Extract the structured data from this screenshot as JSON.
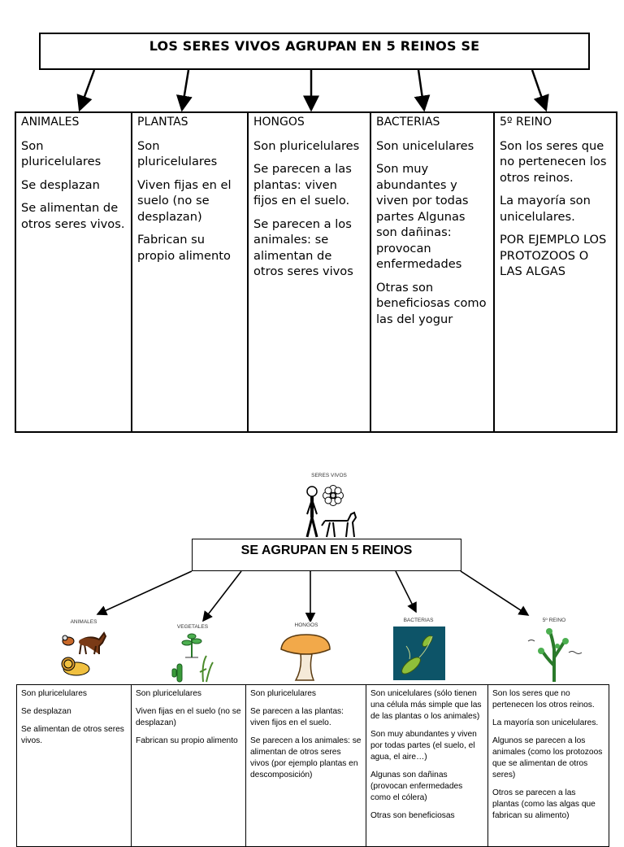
{
  "top": {
    "title": "LOS SERES VIVOS AGRUPAN EN 5 REINOS SE",
    "columns": [
      {
        "header": "ANIMALES",
        "items": [
          "Son pluricelulares",
          "Se desplazan",
          "Se alimentan de otros seres vivos."
        ]
      },
      {
        "header": "PLANTAS",
        "items": [
          "Son pluricelulares",
          "Viven fijas en el suelo (no se desplazan)",
          "Fabrican su propio alimento"
        ]
      },
      {
        "header": "HONGOS",
        "items": [
          "Son pluricelulares",
          "Se parecen a las plantas: viven fijos en el suelo.",
          "Se parecen a los animales: se alimentan de otros seres vivos"
        ]
      },
      {
        "header": "BACTERIAS",
        "items": [
          "Son unicelulares",
          "Son muy abundantes y viven por todas partes Algunas son dañinas: provocan enfermedades",
          "Otras son beneficiosas como las del yogur"
        ]
      },
      {
        "header": "5º REINO",
        "items": [
          "Son los seres que no pertenecen los otros reinos.",
          "La mayoría son unicelulares.",
          "POR EJEMPLO LOS PROTOZOOS O LAS ALGAS"
        ]
      }
    ]
  },
  "bottom": {
    "top_picture_label": "SERES VIVOS",
    "title": "SE AGRUPAN EN 5 REINOS",
    "picture_labels": [
      "ANIMALES",
      "VEGETALES",
      "HONGOS",
      "BACTERIAS",
      "5º REINO"
    ],
    "columns": [
      {
        "items": [
          "Son pluricelulares",
          "Se desplazan",
          "Se alimentan de otros seres vivos."
        ]
      },
      {
        "items": [
          "Son pluricelulares",
          "Viven fijas en el suelo (no se desplazan)",
          "Fabrican su propio alimento"
        ]
      },
      {
        "items": [
          "Son pluricelulares",
          "Se parecen a las plantas: viven fijos en el suelo.",
          "Se parecen a los animales: se alimentan de otros seres vivos (por ejemplo plantas en descomposición)"
        ]
      },
      {
        "items": [
          "Son unicelulares (sólo tienen una célula más simple que las de las plantas o los animales)",
          "Son muy abundantes y viven por todas partes (el suelo, el agua, el aire…)",
          "Algunas son dañinas (provocan enfermedades como el cólera)",
          "Otras son beneficiosas"
        ]
      },
      {
        "items": [
          "Son los seres que no pertenecen los otros reinos.",
          "La mayoría son unicelulares.",
          "Algunos se parecen a los animales (como los protozoos que se alimentan de otros seres)",
          "Otros se parecen a las plantas (como las algas que fabrican su alimento)"
        ]
      }
    ]
  }
}
